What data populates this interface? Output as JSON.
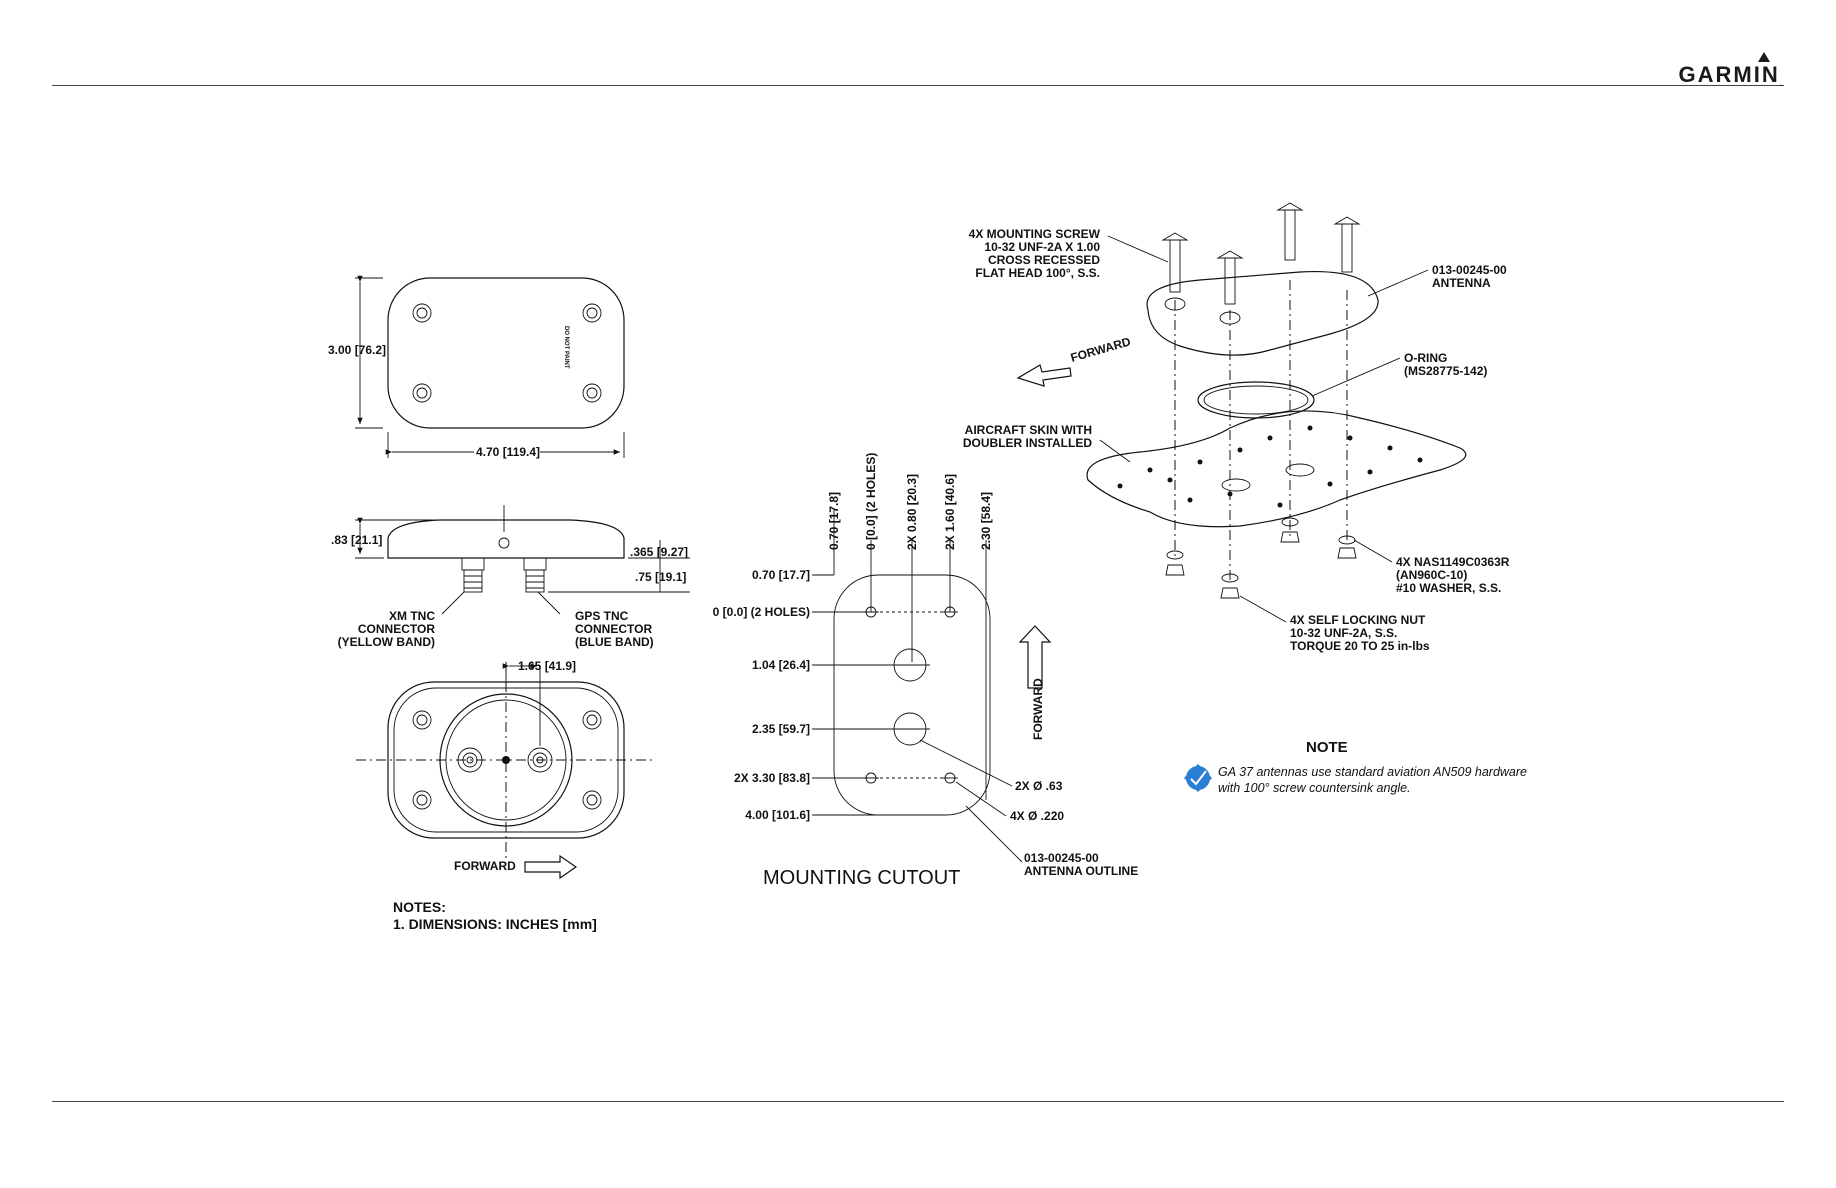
{
  "brand": {
    "name": "GARMIN",
    "mark": "."
  },
  "views": {
    "top": {
      "height_dim": "3.00 [76.2]",
      "width_dim": "4.70 [119.4]",
      "do_not_paint": "DO NOT PAINT"
    },
    "side": {
      "height_dim": ".83 [21.1]",
      "offset_dim_1": ".365 [9.27]",
      "offset_dim_2": ".75 [19.1]",
      "xm_connector": [
        "XM TNC",
        "CONNECTOR",
        "(YELLOW BAND)"
      ],
      "gps_connector": [
        "GPS TNC",
        "CONNECTOR",
        "(BLUE BAND)"
      ]
    },
    "bottom": {
      "spacing_dim": "1.65 [41.9]",
      "forward": "FORWARD"
    },
    "notes": {
      "title": "NOTES:",
      "items": [
        "1.  DIMENSIONS: INCHES [mm]"
      ]
    }
  },
  "cutout": {
    "title": "MOUNTING CUTOUT",
    "forward": "FORWARD",
    "vertical_dims": [
      "0.70 [17.8]",
      "0 [0.0] (2 HOLES)",
      "2X 0.80 [20.3]",
      "2X 1.60 [40.6]",
      "2.30 [58.4]"
    ],
    "horizontal_dims": [
      "0.70 [17.7]",
      "0 [0.0] (2 HOLES)",
      "1.04 [26.4]",
      "2.35 [59.7]",
      "2X 3.30 [83.8]",
      "4.00 [101.6]"
    ],
    "hole_large": "2X Ø .63",
    "hole_small": "4X Ø .220",
    "outline": [
      "013-00245-00",
      "ANTENNA OUTLINE"
    ]
  },
  "exploded": {
    "forward": "FORWARD",
    "screw": [
      "4X MOUNTING SCREW",
      "10-32 UNF-2A X 1.00",
      "CROSS RECESSED",
      "FLAT HEAD 100°, S.S."
    ],
    "antenna": [
      "013-00245-00",
      "ANTENNA"
    ],
    "oring": [
      "O-RING",
      "(MS28775-142)"
    ],
    "skin": [
      "AIRCRAFT SKIN WITH",
      "DOUBLER INSTALLED"
    ],
    "washer": [
      "4X NAS1149C0363R",
      "(AN960C-10)",
      "#10 WASHER, S.S."
    ],
    "nut": [
      "4X SELF LOCKING NUT",
      "10-32 UNF-2A, S.S.",
      "TORQUE 20 TO 25 in-lbs"
    ]
  },
  "note": {
    "title": "NOTE",
    "text": [
      "GA 37 antennas use standard aviation AN509 hardware",
      "with 100° screw countersink angle."
    ],
    "icon_color": "#2a7fd4"
  }
}
